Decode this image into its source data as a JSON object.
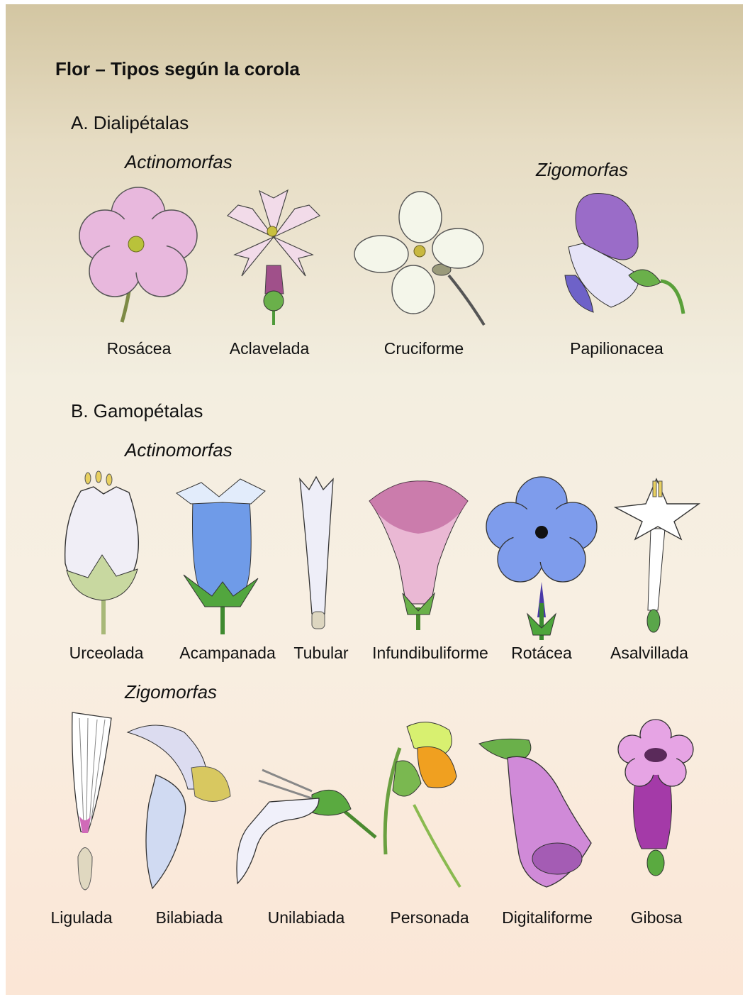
{
  "title": "Flor – Tipos según la corola",
  "dialipetalas": {
    "heading": "A. Dialipétalas",
    "actinomorfas": "Actinomorfas",
    "zigomorfas": "Zigomorfas",
    "labels": [
      "Rosácea",
      "Aclavelada",
      "Cruciforme",
      "Papilionacea"
    ]
  },
  "gamopetalas": {
    "heading": "B. Gamopétalas",
    "actinomorfas": "Actinomorfas",
    "zigomorfas": "Zigomorfas",
    "actino_labels": [
      "Urceolada",
      "Acampanada",
      "Tubular",
      "Infundibuliforme",
      "Rotácea",
      "Asalvillada"
    ],
    "zygo_labels": [
      "Ligulada",
      "Bilabiada",
      "Unilabiada",
      "Personada",
      "Digitaliforme",
      "Gibosa"
    ]
  },
  "colors": {
    "stem": "#5a9a3a",
    "pink": "#e8b8dd",
    "blue": "#6f9be8",
    "purple": "#9a6cc8",
    "magenta": "#c070c8",
    "yellow": "#e8b020"
  }
}
